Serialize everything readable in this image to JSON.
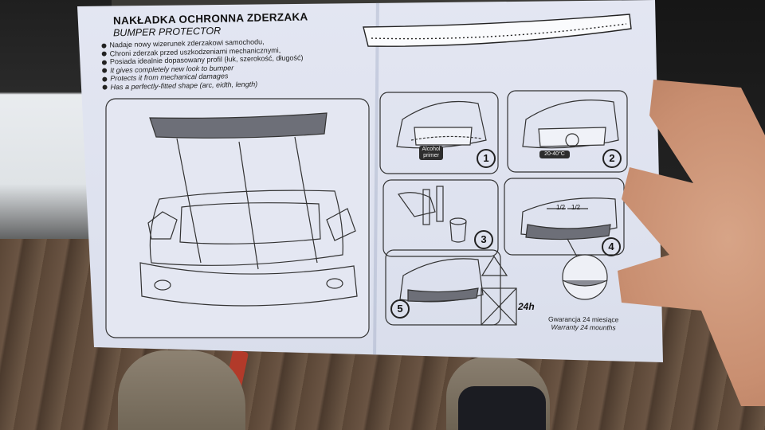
{
  "leaflet": {
    "title_pl": "NAKŁADKA OCHRONNA ZDERZAKA",
    "title_en": "BUMPER PROTECTOR",
    "bullets_pl": [
      "Nadaje nowy wizerunek zderzakowi samochodu,",
      "Chroni zderzak przed uszkodzeniami mechanicznymi,",
      "Posiada idealnie dopasowany profil (łuk, szerokość, długość)"
    ],
    "bullets_en": [
      "It gives completely new look to bumper",
      "Protects it from mechanical damages",
      "Has a perfectly-fitted shape (arc, eidth, length)"
    ],
    "steps": [
      {
        "number": "1",
        "tag": "Alcohol primer"
      },
      {
        "number": "2",
        "tag": "20-40°C"
      },
      {
        "number": "3"
      },
      {
        "number": "4",
        "half_left": "1/2",
        "half_right": "1/2"
      },
      {
        "number": "5",
        "time": "24h"
      }
    ],
    "warranty_pl": "Gwarancja 24 miesiące",
    "warranty_en": "Warranty 24 mounths"
  }
}
